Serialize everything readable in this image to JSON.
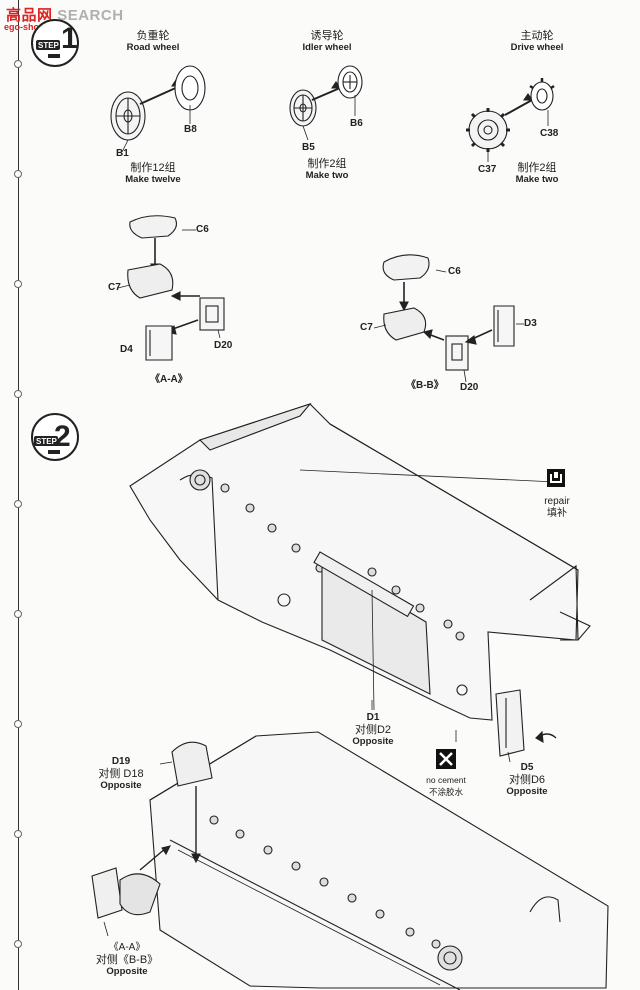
{
  "watermark": {
    "left": "高",
    "brand_mid": "品",
    "brand_right": "网",
    "right": "SEARCH",
    "url": "ego-shop.com"
  },
  "step1": {
    "label": "STEP",
    "number": "1"
  },
  "step2": {
    "label": "STEP",
    "number": "2"
  },
  "road_wheel": {
    "cn": "负重轮",
    "en": "Road wheel",
    "part_a": "B1",
    "part_b": "B8",
    "qty_cn": "制作12组",
    "qty_en": "Make twelve"
  },
  "idler_wheel": {
    "cn": "诱导轮",
    "en": "Idler wheel",
    "part_a": "B5",
    "part_b": "B6",
    "qty_cn": "制作2组",
    "qty_en": "Make two"
  },
  "drive_wheel": {
    "cn": "主动轮",
    "en": "Drive wheel",
    "part_a": "C37",
    "part_b": "C38",
    "qty_cn": "制作2组",
    "qty_en": "Make two"
  },
  "subA": {
    "c6": "C6",
    "c7": "C7",
    "d20": "D20",
    "d4": "D4",
    "caption": "《A-A》"
  },
  "subB": {
    "c6": "C6",
    "c7": "C7",
    "d20": "D20",
    "d3": "D3",
    "caption": "《B-B》"
  },
  "repair": {
    "en": "repair",
    "cn": "填补"
  },
  "d1": {
    "part": "D1",
    "cn": "对侧D2",
    "en": "Opposite"
  },
  "no_cement": {
    "en": "no cement",
    "cn": "不涂胶水"
  },
  "d5": {
    "part": "D5",
    "cn": "对侧D6",
    "en": "Opposite"
  },
  "d19": {
    "part": "D19",
    "cn": "对侧 D18",
    "en": "Opposite"
  },
  "ab": {
    "line1": "《A-A》",
    "line2": "对侧《B-B》",
    "en": "Opposite"
  }
}
